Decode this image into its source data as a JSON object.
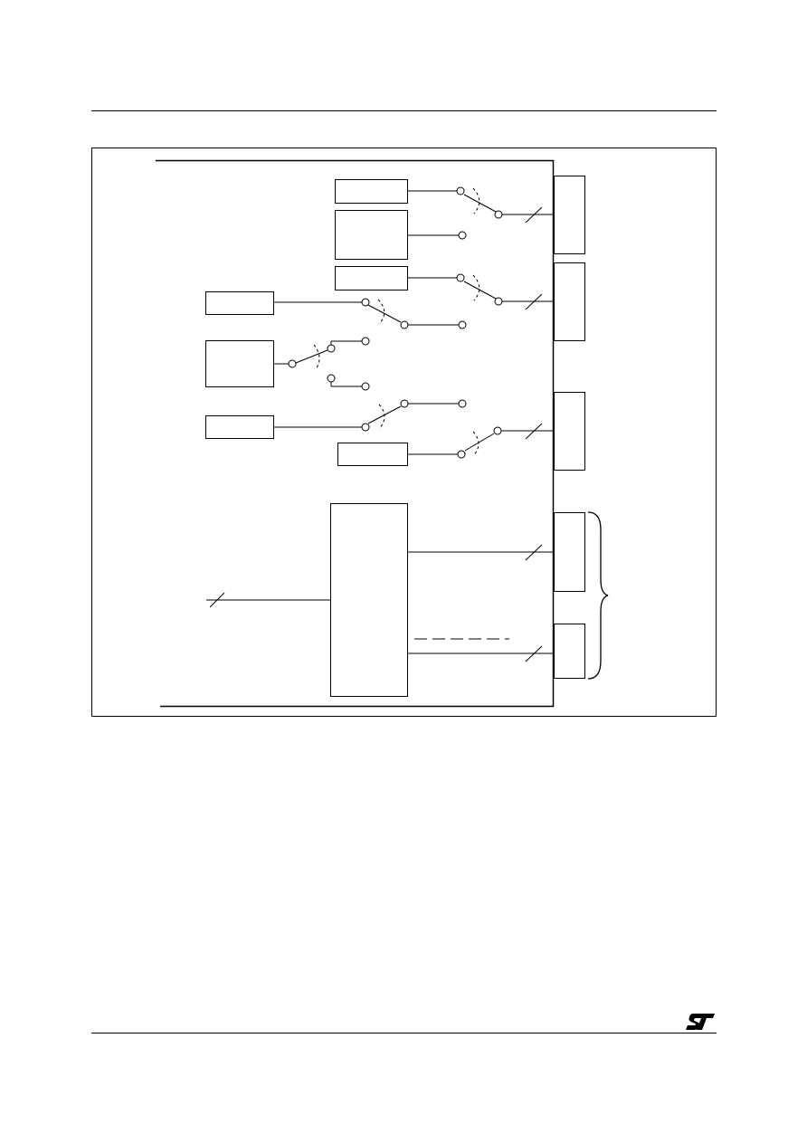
{
  "page": {
    "header_rule": true,
    "footer_rule": true
  },
  "diagram": {
    "description_visible_text": "",
    "blocks": [
      {
        "id": "block-a"
      },
      {
        "id": "block-b"
      },
      {
        "id": "block-c"
      },
      {
        "id": "block-d"
      },
      {
        "id": "block-e"
      },
      {
        "id": "block-f"
      },
      {
        "id": "block-g"
      },
      {
        "id": "block-h"
      }
    ],
    "outputs": [
      {
        "id": "out-1"
      },
      {
        "id": "out-2"
      },
      {
        "id": "out-3"
      },
      {
        "id": "out-4"
      },
      {
        "id": "out-5"
      }
    ],
    "stroke_color": "#000000"
  },
  "footer": {
    "logo": "st-logo",
    "logo_color": "#000000"
  }
}
